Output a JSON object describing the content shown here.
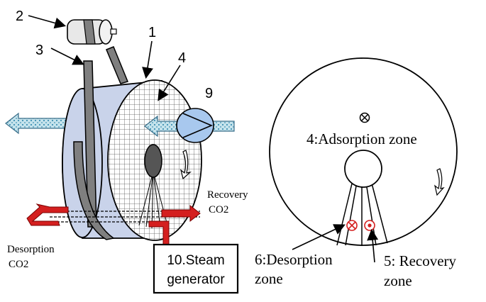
{
  "labels": {
    "num2": "2",
    "num3": "3",
    "num1": "1",
    "num4": "4",
    "num9": "9",
    "recovery_line1": "Recovery",
    "recovery_line2": "CO2",
    "desorption_line1": "Desorption",
    "desorption_line2": "CO2",
    "steam_line1": "10.Steam",
    "steam_line2": "generator",
    "adsorption_zone": "4:Adsorption zone",
    "desorption_zone_line1": "6:Desorption",
    "desorption_zone_line2": "zone",
    "recovery_zone_line1": "5: Recovery",
    "recovery_zone_line2": "zone"
  },
  "colors": {
    "wheel_side": "#c9d3ea",
    "belt": "#7f7f7f",
    "duct_arrow": "#c5e3ec",
    "pipe_red": "#d41f1f",
    "fan": "#a8c8ee",
    "hub": "#555555"
  },
  "icons": {
    "into_page_marker": "circle-cross-icon",
    "out_of_page_marker": "circle-dot-icon",
    "rotation_arrow": "curved-down-arrow-icon",
    "fan": "fan-icon"
  }
}
